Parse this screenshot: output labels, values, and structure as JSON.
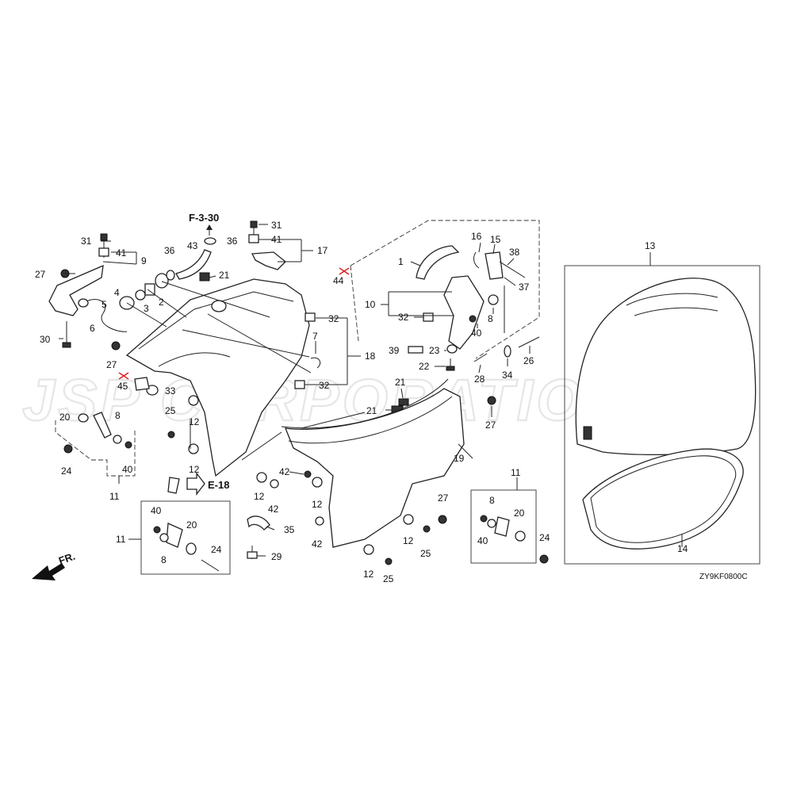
{
  "watermark": "JSP CORPORATION",
  "diagram_code": "ZY9KF0800C",
  "references": {
    "upper": "F-3-30",
    "right": "E-18",
    "front": "FR."
  },
  "labels": {
    "l1": "1",
    "l2": "2",
    "l3": "3",
    "l4": "4",
    "l5": "5",
    "l6": "6",
    "l7": "7",
    "l8a": "8",
    "l8b": "8",
    "l8c": "8",
    "l8d": "8",
    "l9": "9",
    "l10": "10",
    "l11a": "11",
    "l11b": "11",
    "l11c": "11",
    "l12a": "12",
    "l12b": "12",
    "l12c": "12",
    "l12d": "12",
    "l12e": "12",
    "l12f": "12",
    "l13": "13",
    "l14": "14",
    "l15": "15",
    "l16": "16",
    "l17": "17",
    "l18": "18",
    "l19": "19",
    "l20a": "20",
    "l20b": "20",
    "l20c": "20",
    "l21a": "21",
    "l21b": "21",
    "l21c": "21",
    "l22": "22",
    "l23": "23",
    "l24a": "24",
    "l24b": "24",
    "l24c": "24",
    "l25a": "25",
    "l25b": "25",
    "l25c": "25",
    "l26": "26",
    "l27a": "27",
    "l27b": "27",
    "l27c": "27",
    "l27d": "27",
    "l28": "28",
    "l29": "29",
    "l30": "30",
    "l31a": "31",
    "l31b": "31",
    "l32a": "32",
    "l32b": "32",
    "l32c": "32",
    "l33": "33",
    "l34": "34",
    "l35": "35",
    "l36a": "36",
    "l36b": "36",
    "l37": "37",
    "l38": "38",
    "l39": "39",
    "l40a": "40",
    "l40b": "40",
    "l40c": "40",
    "l40d": "40",
    "l41a": "41",
    "l41b": "41",
    "l42a": "42",
    "l42b": "42",
    "l42c": "42",
    "l43": "43",
    "l44": "44",
    "l45": "45"
  }
}
